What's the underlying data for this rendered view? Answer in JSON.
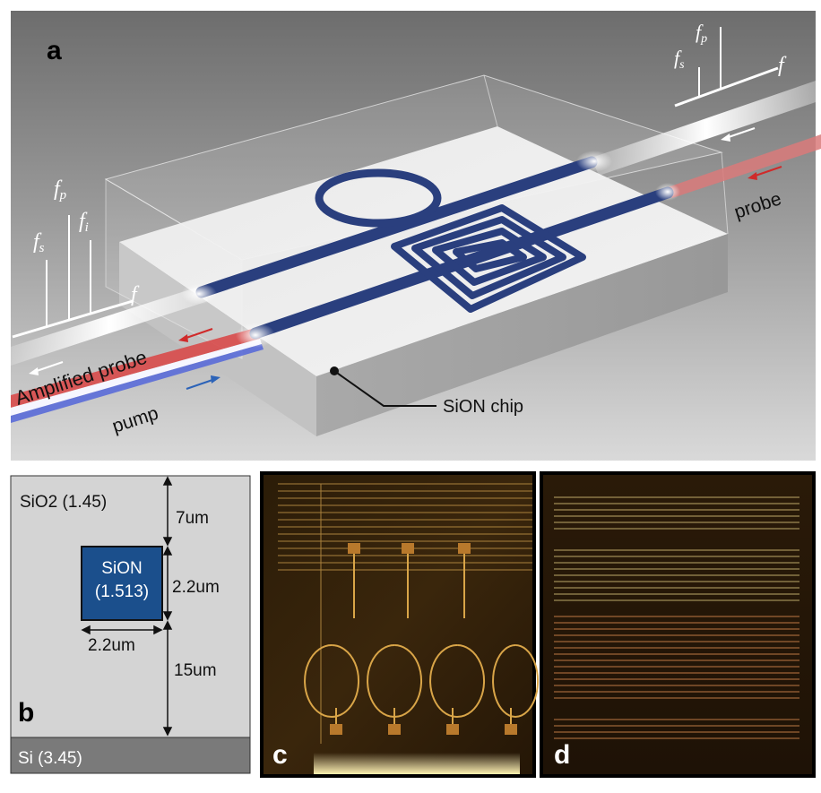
{
  "panel_a": {
    "label": "a",
    "spectrum_right": {
      "fp": "f",
      "fp_sub": "p",
      "fs": "f",
      "fs_sub": "s",
      "f": "f"
    },
    "spectrum_left": {
      "fp": "f",
      "fp_sub": "p",
      "fs": "f",
      "fs_sub": "s",
      "fi": "f",
      "fi_sub": "i",
      "f": "f"
    },
    "probe_label": "probe",
    "amplified_probe_label": "Amplified probe",
    "pump_label": "pump",
    "chip_label": "SiON chip"
  },
  "panel_b": {
    "label": "b",
    "cladding": "SiO2 (1.45)",
    "core_line1": "SiON",
    "core_line2": "(1.513)",
    "substrate": "Si (3.45)",
    "dim_top": "7um",
    "dim_height": "2.2um",
    "dim_width": "2.2um",
    "dim_bottom": "15um"
  },
  "panel_c": {
    "label": "c"
  },
  "panel_d": {
    "label": "d"
  },
  "colors": {
    "waveguide": "#2a3f7e",
    "core": "#1b4f8c",
    "probe": "#d63b3b",
    "pump": "#2c63b8",
    "cladding": "#d4d4d4",
    "substrate": "#7a7a7a"
  }
}
